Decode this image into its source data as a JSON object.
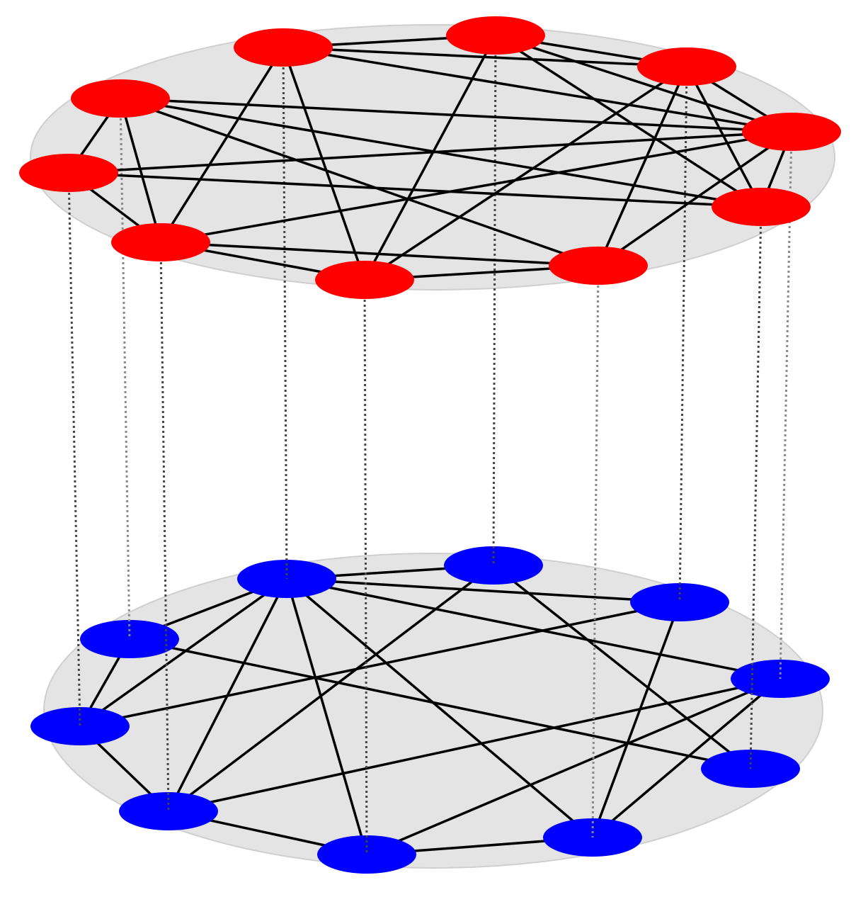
{
  "layers": [
    {
      "name": "",
      "node_color": "#ff0000",
      "node_count": 10,
      "edges": [
        [
          0,
          1
        ],
        [
          0,
          2
        ],
        [
          0,
          3
        ],
        [
          0,
          6
        ],
        [
          0,
          7
        ],
        [
          1,
          2
        ],
        [
          1,
          3
        ],
        [
          1,
          4
        ],
        [
          1,
          6
        ],
        [
          2,
          3
        ],
        [
          2,
          4
        ],
        [
          2,
          5
        ],
        [
          2,
          6
        ],
        [
          3,
          4
        ],
        [
          3,
          5
        ],
        [
          3,
          7
        ],
        [
          3,
          8
        ],
        [
          3,
          9
        ],
        [
          4,
          8
        ],
        [
          4,
          9
        ],
        [
          5,
          6
        ],
        [
          5,
          7
        ],
        [
          5,
          9
        ],
        [
          6,
          7
        ],
        [
          7,
          8
        ],
        [
          7,
          9
        ],
        [
          8,
          9
        ]
      ]
    },
    {
      "name": "",
      "node_color": "#0000ff",
      "node_count": 10,
      "edges": [
        [
          0,
          1
        ],
        [
          0,
          2
        ],
        [
          0,
          3
        ],
        [
          0,
          5
        ],
        [
          0,
          6
        ],
        [
          0,
          7
        ],
        [
          0,
          8
        ],
        [
          0,
          9
        ],
        [
          1,
          4
        ],
        [
          1,
          7
        ],
        [
          2,
          5
        ],
        [
          2,
          8
        ],
        [
          3,
          5
        ],
        [
          3,
          6
        ],
        [
          3,
          7
        ],
        [
          4,
          9
        ],
        [
          5,
          6
        ],
        [
          6,
          7
        ],
        [
          7,
          8
        ],
        [
          8,
          9
        ]
      ]
    }
  ],
  "interlayer_links": [
    [
      0,
      0
    ],
    [
      1,
      1
    ],
    [
      2,
      2
    ],
    [
      3,
      3
    ],
    [
      4,
      4
    ],
    [
      5,
      5
    ],
    [
      6,
      6
    ],
    [
      7,
      7
    ],
    [
      8,
      8
    ],
    [
      9,
      9
    ]
  ],
  "colors": {
    "plane_fill": "#e4e4e4",
    "plane_stroke": "#cfcfcf",
    "edge": "#000000",
    "interlayer_dark": "#444444",
    "interlayer_light": "#888888"
  }
}
